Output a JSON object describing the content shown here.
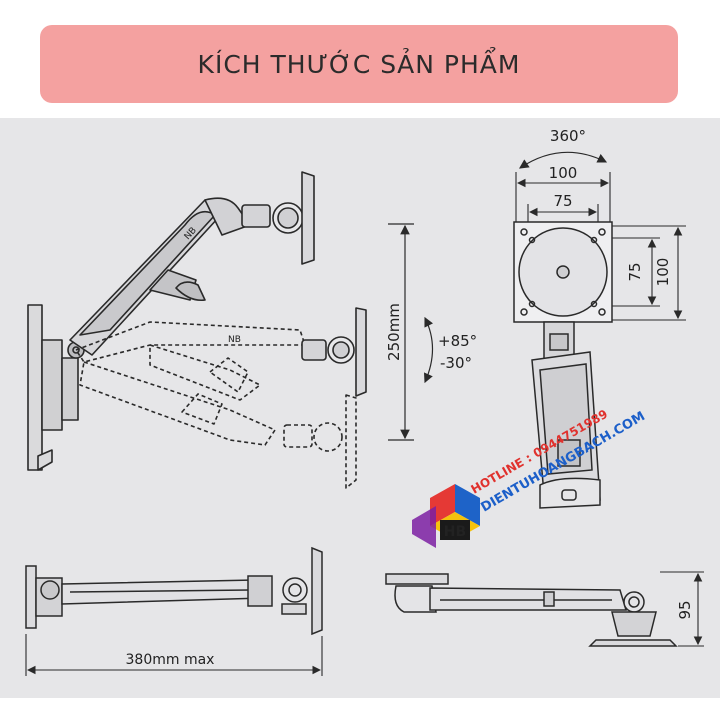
{
  "header": {
    "title": "KÍCH THƯỚC SẢN PHẨM"
  },
  "dimensions": {
    "rotation": "360°",
    "vesa_outer_horizontal": "100",
    "vesa_inner_horizontal": "75",
    "vesa_inner_vertical": "75",
    "vesa_outer_vertical": "100",
    "height_range": "250mm",
    "tilt_up": "+85°",
    "tilt_down": "-30°",
    "reach": "380mm max",
    "depth": "95"
  },
  "watermark": {
    "logo": "HB",
    "hotline": "HOTLINE : 0944751989",
    "website": "DIENTUHOANGBACH.COM"
  },
  "colors": {
    "banner": "#f4a1a0",
    "backdrop": "#e6e6e8",
    "line": "#2a2a2a",
    "hotline": "#e0312d",
    "website": "#1c5fc9"
  }
}
